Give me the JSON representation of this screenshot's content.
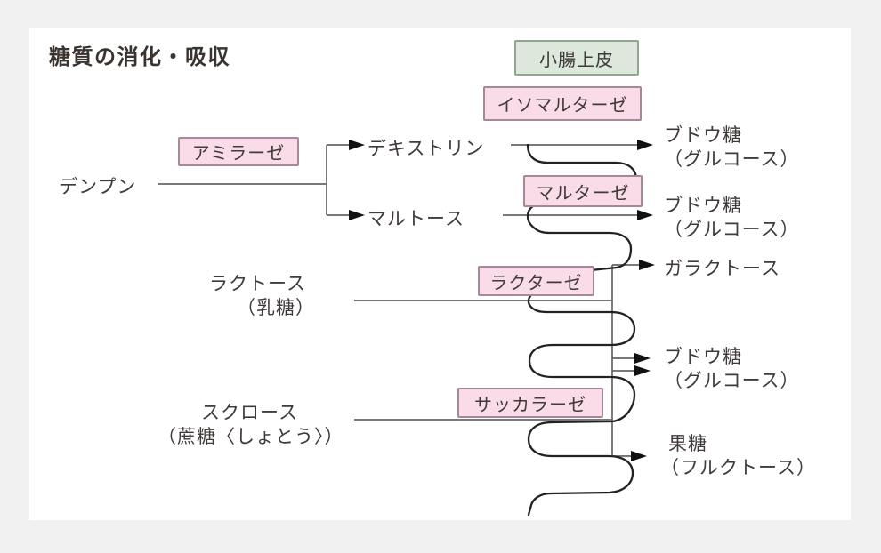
{
  "title": "糖質の消化・吸収",
  "epithelium": {
    "label": "小腸上皮"
  },
  "enzymes": {
    "isomaltase": "イソマルターゼ",
    "amylase": "アミラーゼ",
    "maltase": "マルターゼ",
    "lactase": "ラクターゼ",
    "saccharase": "サッカラーゼ"
  },
  "substrates": {
    "starch": {
      "label": "デンプン"
    },
    "dextrin": {
      "label": "デキストリン"
    },
    "maltose": {
      "label": "マルトース"
    },
    "lactose": {
      "label": "ラクトース",
      "sub": "（乳糖）"
    },
    "sucrose": {
      "label": "スクロース",
      "sub": "（蔗糖〈しょとう〉）"
    }
  },
  "products": {
    "glucose1": {
      "label": "ブドウ糖",
      "sub": "（グルコース）"
    },
    "glucose2": {
      "label": "ブドウ糖",
      "sub": "（グルコース）"
    },
    "galactose": {
      "label": "ガラクトース"
    },
    "glucose3": {
      "label": "ブドウ糖",
      "sub": "（グルコース）"
    },
    "fructose": {
      "label": "果糖",
      "sub": "（フルクトース）"
    }
  },
  "colors": {
    "enzyme_fill": "#fadce8",
    "enzyme_border": "#a5899a",
    "epithelium_fill": "#dbe8da",
    "epithelium_border": "#8fa78f",
    "flow_line": "#666666",
    "membrane_line": "#222222",
    "background": "#f1f1f2",
    "card": "#ffffff"
  }
}
